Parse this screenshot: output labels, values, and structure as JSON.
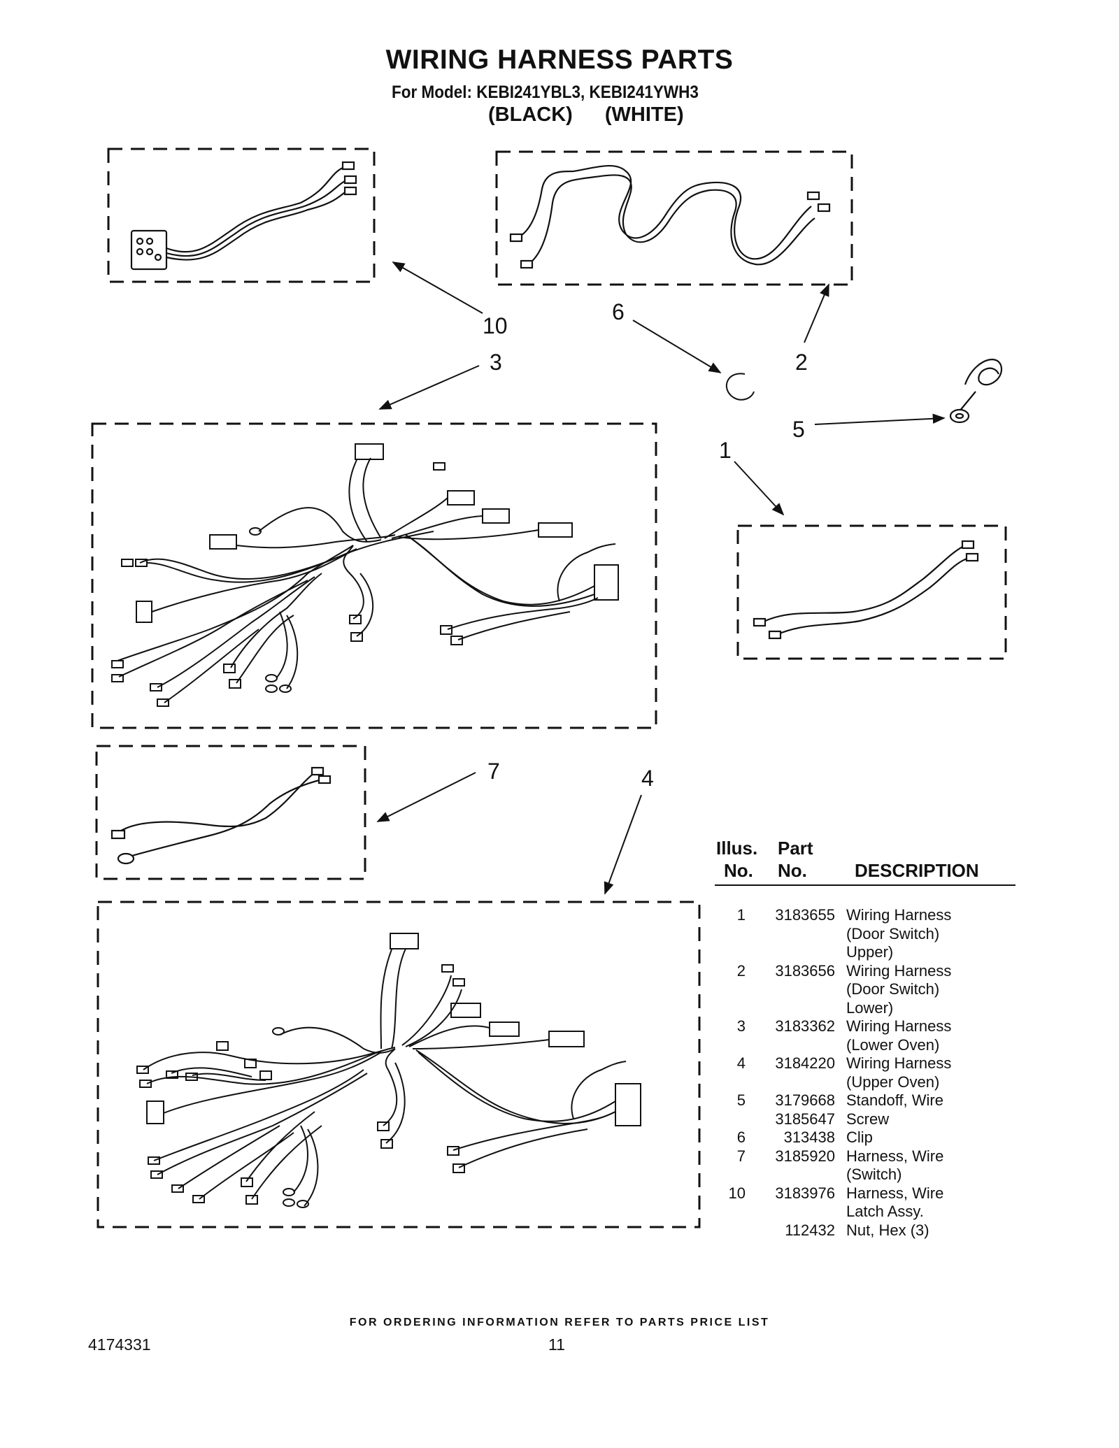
{
  "header": {
    "title": "WIRING HARNESS PARTS",
    "subtitle": "For Model: KEBI241YBL3, KEBI241YWH3",
    "colors": "(BLACK) (WHITE)"
  },
  "callouts": {
    "c10": "10",
    "c6": "6",
    "c2": "2",
    "c3": "3",
    "c5": "5",
    "c1": "1",
    "c7": "7",
    "c4": "4"
  },
  "parts_table": {
    "col_illus_1": "Illus.",
    "col_illus_2": "No.",
    "col_part_1": "Part",
    "col_part_2": "No.",
    "col_desc": "DESCRIPTION",
    "rows": [
      {
        "no": "1",
        "part": "3183655",
        "desc": "Wiring Harness"
      },
      {
        "no": "",
        "part": "",
        "desc": "(Door Switch)"
      },
      {
        "no": "",
        "part": "",
        "desc": "Upper)"
      },
      {
        "no": "2",
        "part": "3183656",
        "desc": "Wiring Harness"
      },
      {
        "no": "",
        "part": "",
        "desc": "(Door Switch)"
      },
      {
        "no": "",
        "part": "",
        "desc": "Lower)"
      },
      {
        "no": "3",
        "part": "3183362",
        "desc": "Wiring Harness"
      },
      {
        "no": "",
        "part": "",
        "desc": "(Lower Oven)"
      },
      {
        "no": "4",
        "part": "3184220",
        "desc": "Wiring Harness"
      },
      {
        "no": "",
        "part": "",
        "desc": "(Upper Oven)"
      },
      {
        "no": "5",
        "part": "3179668",
        "desc": "Standoff, Wire"
      },
      {
        "no": "",
        "part": "3185647",
        "desc": "Screw"
      },
      {
        "no": "6",
        "part": "313438",
        "desc": "Clip"
      },
      {
        "no": "7",
        "part": "3185920",
        "desc": "Harness, Wire"
      },
      {
        "no": "",
        "part": "",
        "desc": "(Switch)"
      },
      {
        "no": "10",
        "part": "3183976",
        "desc": "Harness, Wire"
      },
      {
        "no": "",
        "part": "",
        "desc": "Latch Assy."
      },
      {
        "no": "",
        "part": "112432",
        "desc": "Nut, Hex (3)"
      }
    ]
  },
  "footer": {
    "ordering_note": "FOR ORDERING INFORMATION REFER TO PARTS PRICE LIST",
    "doc_number": "4174331",
    "page_number": "11"
  }
}
